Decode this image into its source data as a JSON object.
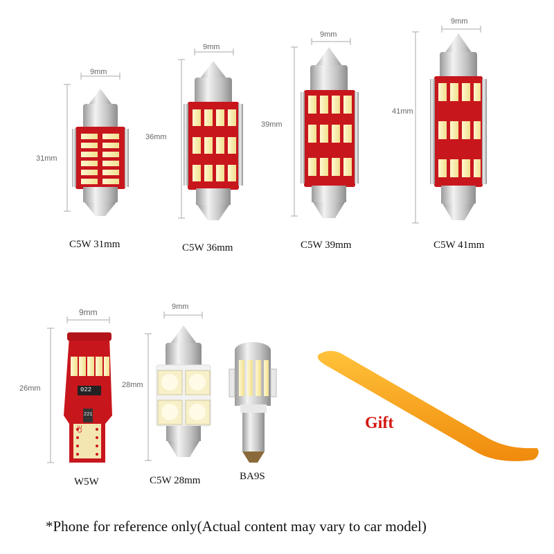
{
  "products": [
    {
      "name": "C5W 31mm",
      "width_label": "9mm",
      "height_label": "31mm"
    },
    {
      "name": "C5W 36mm",
      "width_label": "9mm",
      "height_label": "36mm"
    },
    {
      "name": "C5W 39mm",
      "width_label": "9mm",
      "height_label": "39mm"
    },
    {
      "name": "C5W 41mm",
      "width_label": "9mm",
      "height_label": "41mm"
    },
    {
      "name": "W5W",
      "width_label": "9mm",
      "height_label": "26mm",
      "board_text_1": "022",
      "board_text_2": "221",
      "marking": "CE RoHS"
    },
    {
      "name": "C5W 28mm",
      "width_label": "9mm",
      "height_label": "28mm"
    },
    {
      "name": "BA9S"
    }
  ],
  "gift": {
    "label": "Gift"
  },
  "footnote": "*Phone for reference only(Actual content may vary to car model)",
  "colors": {
    "pcb_red": "#c8161d",
    "chip_yellow": "#f6e9a8",
    "metal": "#c9c9c9",
    "tool_orange": "#f7a81e",
    "gift_red": "#d4160f"
  }
}
